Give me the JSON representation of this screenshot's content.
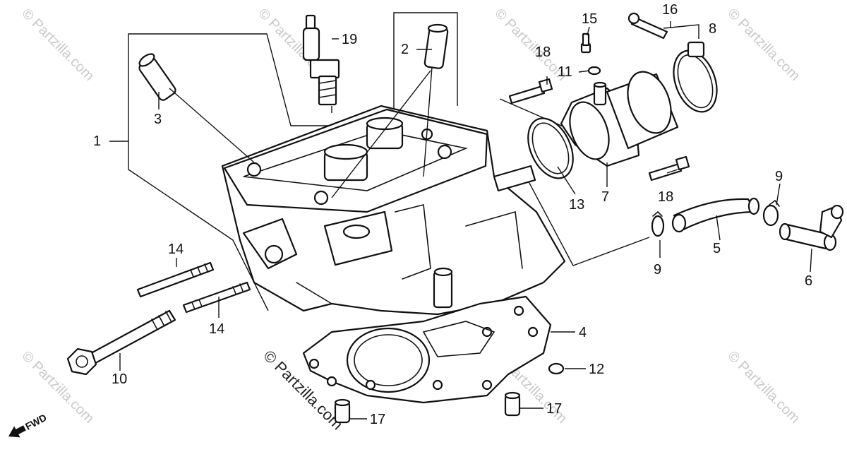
{
  "watermark": {
    "repeated": "© Partzilla.com",
    "main": "© Partzilla.com"
  },
  "direction_label": "FWD",
  "callouts": [
    "1",
    "2",
    "3",
    "4",
    "5",
    "6",
    "7",
    "8",
    "9",
    "9",
    "10",
    "11",
    "12",
    "13",
    "14",
    "14",
    "15",
    "16",
    "17",
    "17",
    "18",
    "18",
    "19"
  ]
}
